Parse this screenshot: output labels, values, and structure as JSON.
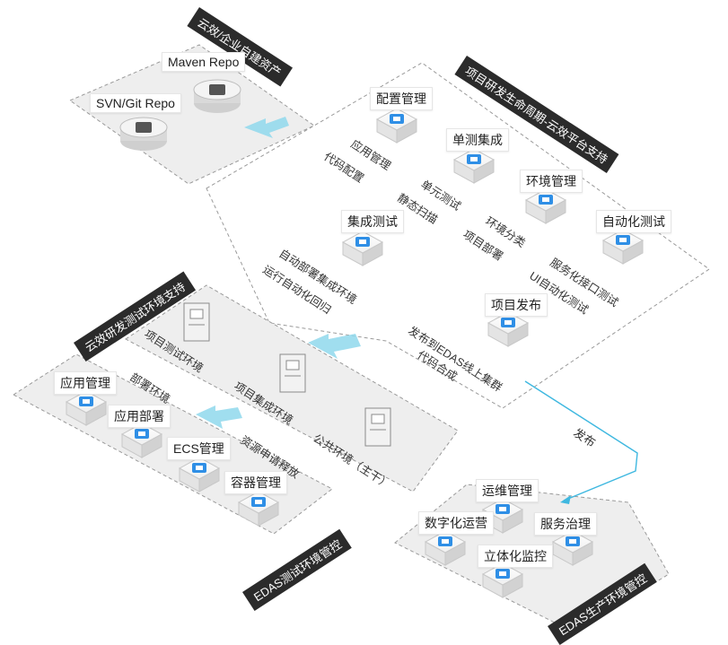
{
  "regions": {
    "enterprise_assets": {
      "title": "云效/企业自建资产",
      "repos": [
        "Maven Repo",
        "SVN/Git Repo"
      ]
    },
    "lifecycle": {
      "title": "项目研发生命周期-云效平台支持",
      "modules": [
        {
          "name": "配置管理",
          "tags": [
            "应用管理",
            "代码配置"
          ]
        },
        {
          "name": "单测集成",
          "tags": [
            "单元测试",
            "静态扫描"
          ]
        },
        {
          "name": "环境管理",
          "tags": [
            "环境分类",
            "项目部署"
          ]
        },
        {
          "name": "自动化测试",
          "tags": [
            "服务化接口测试",
            "UI自动化测试"
          ]
        },
        {
          "name": "集成测试",
          "tags": [
            "自动部署集成环境",
            "运行自动化回归"
          ]
        },
        {
          "name": "项目发布",
          "tags": [
            "发布到EDAS线上集群",
            "代码合成"
          ]
        }
      ]
    },
    "test_env": {
      "title": "云效研发测试环境支持",
      "environments": [
        "项目测试环境",
        "项目集成环境",
        "公共环境（主干）"
      ],
      "tags": [
        "部署环境",
        "资源申请释放"
      ]
    },
    "edas_test": {
      "title": "EDAS测试环境管控",
      "items": [
        "应用管理",
        "应用部署",
        "ECS管理",
        "容器管理"
      ]
    },
    "edas_prod": {
      "title": "EDAS生产环境管控",
      "items": [
        "运维管理",
        "数字化运营",
        "服务治理",
        "立体化监控"
      ]
    },
    "flow_label": "发布"
  },
  "colors": {
    "accent_blue": "#2f8fe6",
    "arrow_cyan": "#8fd8ec",
    "flow_line": "#3fb8e0",
    "banner_bg": "#2b2b2b",
    "panel_bg": "#eeeeee"
  },
  "icons": {
    "repo": "disk-icon",
    "config": "settings-icon",
    "unit_test": "test-icon",
    "env": "hand-icon",
    "auto_test": "grid-icon",
    "integration": "snowflake-icon",
    "release": "upload-icon",
    "env_box": "server-icon"
  }
}
